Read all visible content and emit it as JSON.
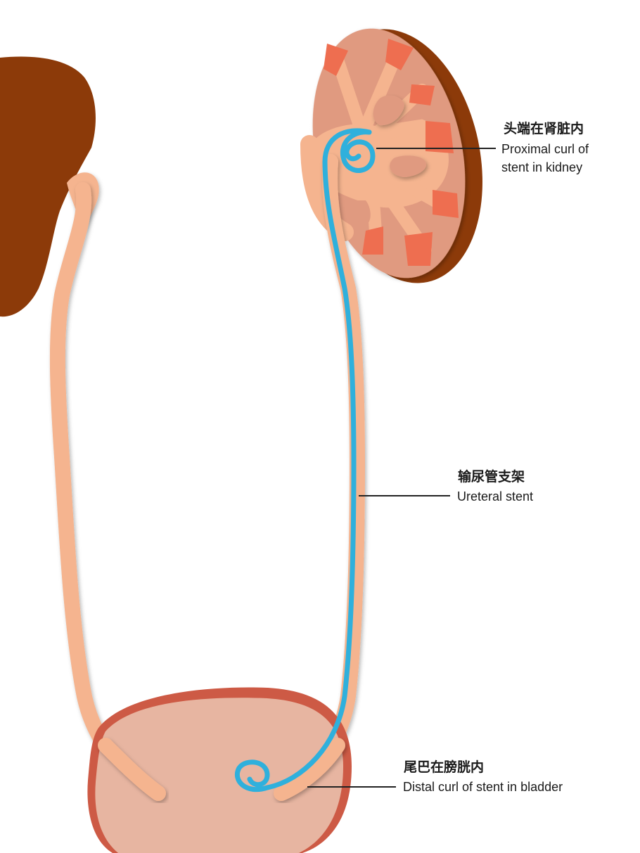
{
  "labels": {
    "proximal_cn": "头端在肾脏内",
    "proximal_en_line1": "Proximal curl of",
    "proximal_en_line2": "stent in kidney",
    "stent_cn": "输尿管支架",
    "stent_en": "Ureteral stent",
    "distal_cn": "尾巴在膀胱内",
    "distal_en": "Distal curl of stent in bladder"
  },
  "colors": {
    "kidney_dark": "#8c3a09",
    "kidney_body": "#e09a80",
    "renal_pelvis": "#f5b48f",
    "ureter": "#f5b48f",
    "papillae": "#ee6e50",
    "bladder_fill": "#e7b5a1",
    "bladder_rim": "#cd5a45",
    "stent": "#2fb0dc",
    "leader_line": "#222222"
  }
}
